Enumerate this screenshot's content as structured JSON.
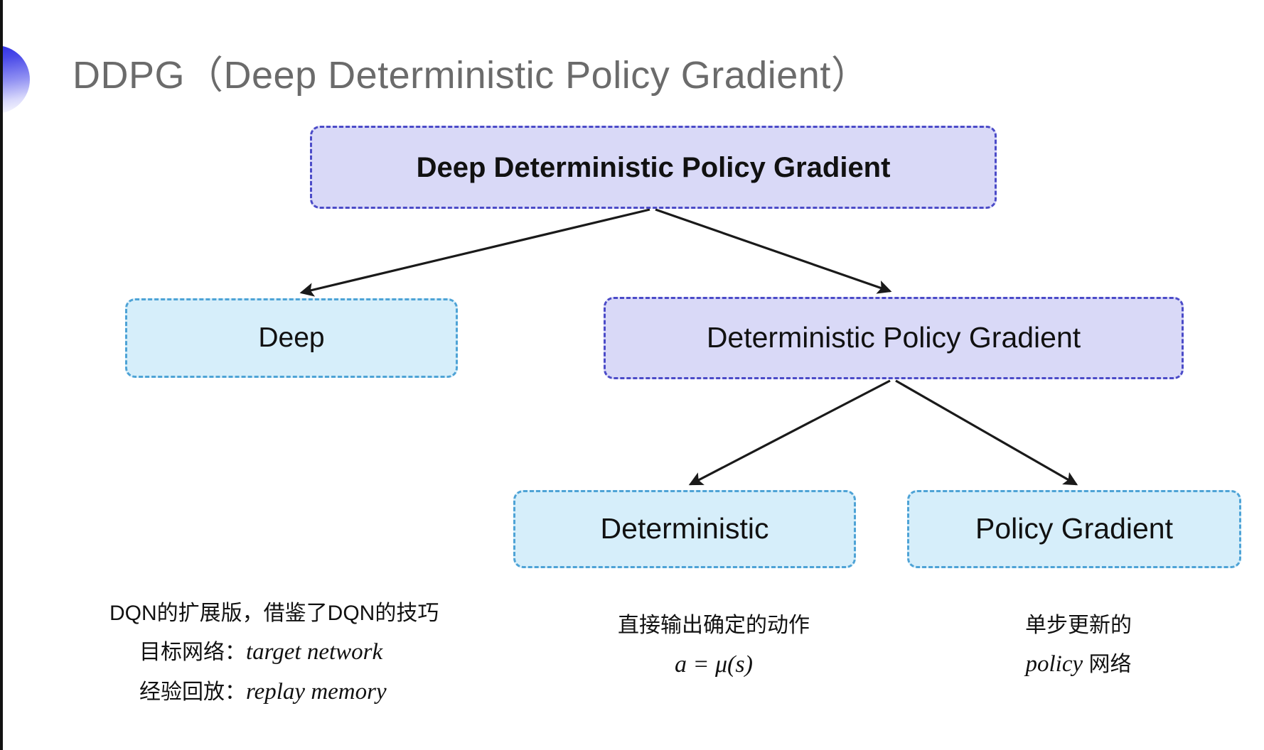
{
  "slide": {
    "title": "DDPG（Deep Deterministic Policy Gradient）",
    "background_color": "#ffffff"
  },
  "colors": {
    "title_text": "#6b6b6b",
    "bullet_gradient_start": "#2a2ae6",
    "bullet_gradient_end": "#ffffff",
    "purple_fill": "#d9d9f7",
    "purple_border": "#4b4bc8",
    "cyan_fill": "#d6eefa",
    "cyan_border": "#4ea3d6",
    "arrow": "#1a1a1a",
    "body_text": "#111111"
  },
  "diagram": {
    "type": "tree",
    "nodes": [
      {
        "id": "root",
        "label": "Deep Deterministic Policy Gradient",
        "style": "purple"
      },
      {
        "id": "deep",
        "label": "Deep",
        "style": "cyan"
      },
      {
        "id": "dpg",
        "label": "Deterministic Policy Gradient",
        "style": "purple"
      },
      {
        "id": "deterministic",
        "label": "Deterministic",
        "style": "cyan"
      },
      {
        "id": "policy_gradient",
        "label": "Policy Gradient",
        "style": "cyan"
      }
    ],
    "edges": [
      {
        "from": "root",
        "to": "deep"
      },
      {
        "from": "root",
        "to": "dpg"
      },
      {
        "from": "dpg",
        "to": "deterministic"
      },
      {
        "from": "dpg",
        "to": "policy_gradient"
      }
    ]
  },
  "captions": {
    "deep": {
      "line1": "DQN的扩展版，借鉴了DQN的技巧",
      "line2_label": "目标网络：",
      "line2_term": "target network",
      "line3_label": "经验回放：",
      "line3_term": "replay memory"
    },
    "deterministic": {
      "line1": "直接输出确定的动作",
      "formula": "a = μ(s)"
    },
    "policy_gradient": {
      "line1": "单步更新的",
      "line2_term": "policy",
      "line2_tail": " 网络"
    }
  }
}
